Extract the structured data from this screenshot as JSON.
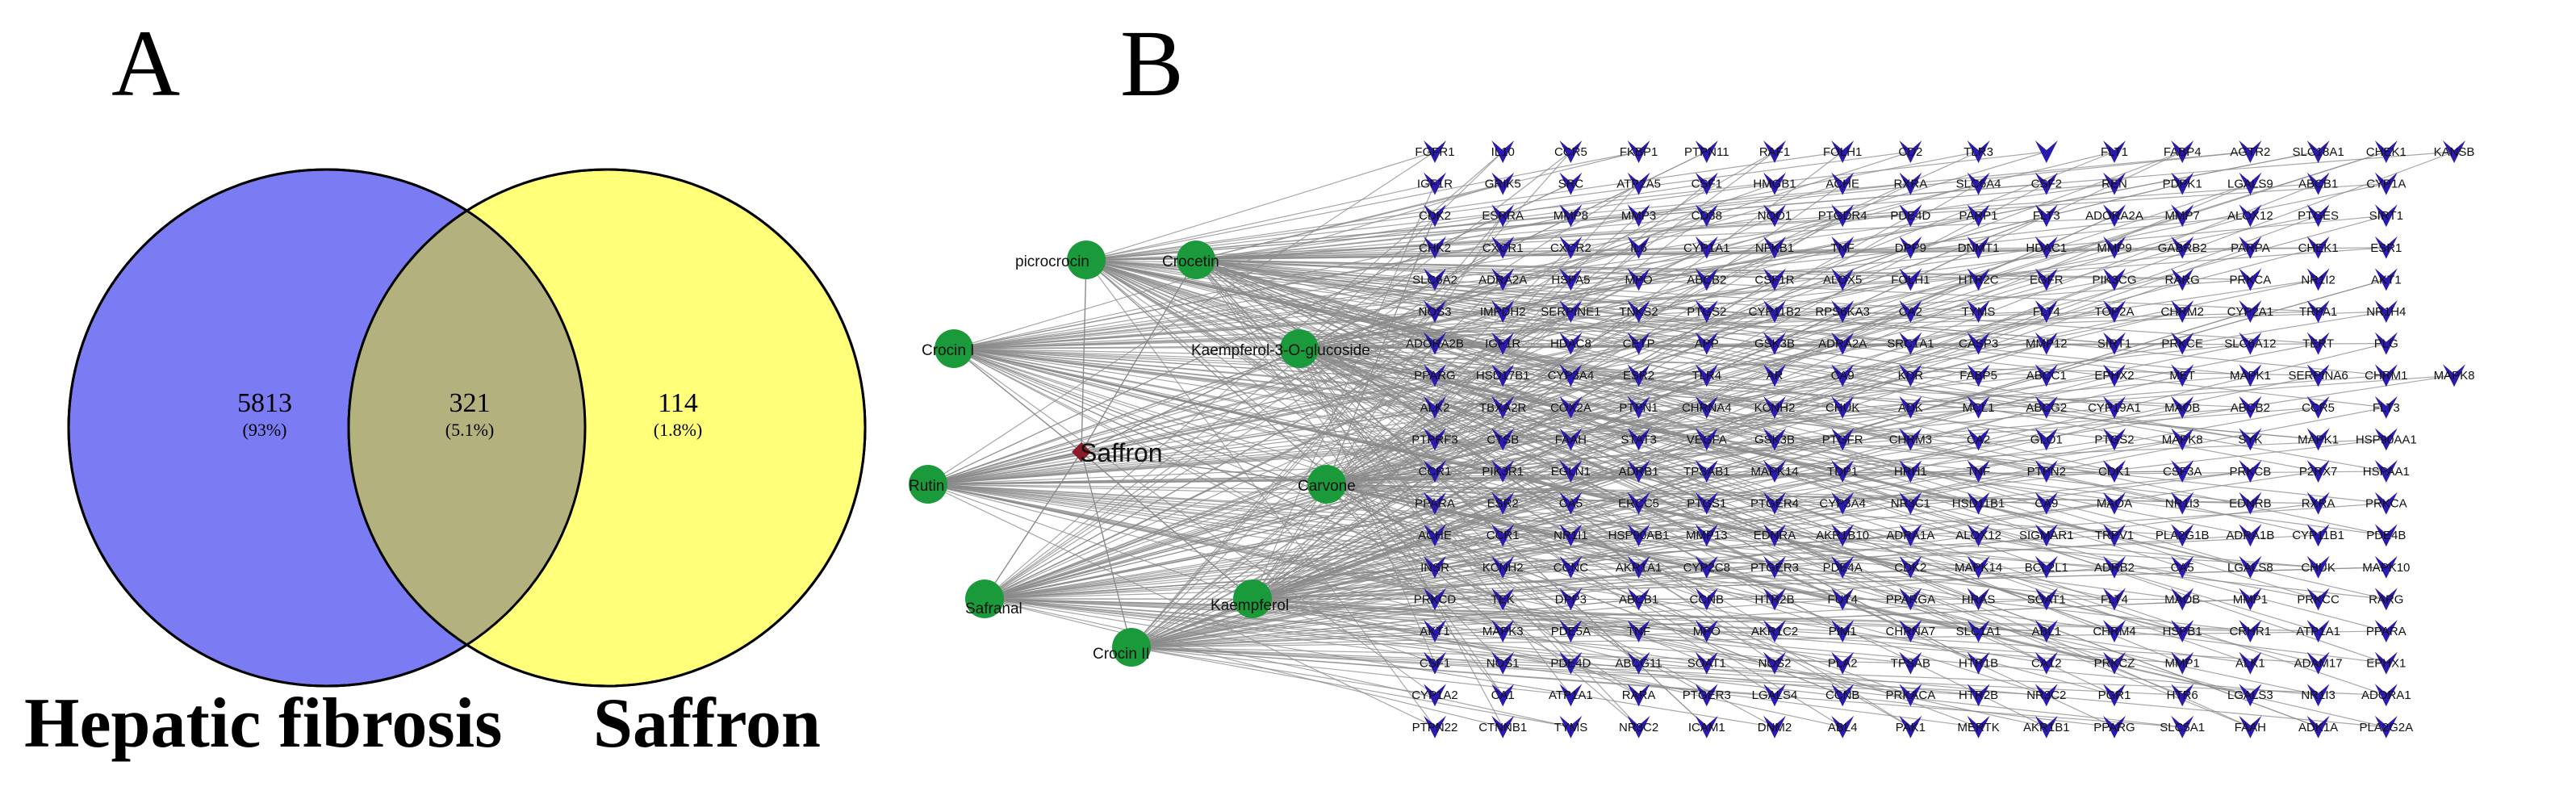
{
  "panels": {
    "a": "A",
    "b": "B"
  },
  "venn": {
    "left_label": "Hepatic fibrosis",
    "right_label": "Saffron",
    "left_only": {
      "count": "5813",
      "percent": "(93%)"
    },
    "overlap": {
      "count": "321",
      "percent": "(5.1%)"
    },
    "right_only": {
      "count": "114",
      "percent": "(1.8%)"
    },
    "colors": {
      "left": "#7b7bf4",
      "right": "#ffff7a",
      "overlap": "#b3b27e"
    }
  },
  "network": {
    "hub": "Saffron",
    "compounds": [
      "picrocrocin",
      "Crocetin",
      "Crocin I",
      "Kaempferol-3-O-glucoside",
      "Rutin",
      "Carvone",
      "Safranal",
      "Kaempferol",
      "Crocin II"
    ],
    "colors": {
      "compound": "#1a9a3a",
      "hub": "#8b1a2b",
      "target": "#2a1ab0",
      "edge": "#8a8a8a"
    },
    "targets": [
      [
        "FGFR1",
        "IL10",
        "CCR5",
        "FKBP1",
        "PTPN11",
        "RAF1",
        "FOLH1",
        "CD2",
        "TLR3",
        "",
        "FLT1",
        "FABP4",
        "AGTR2",
        "SLC18A1",
        "CHEK1",
        "KANSB"
      ],
      [
        "IGF1R",
        "GRIK5",
        "SRC",
        "ATP2A5",
        "CSF1",
        "HMGB1",
        "ACHE",
        "RXRA",
        "SLC6A4",
        "CSF2",
        "REN",
        "PDPK1",
        "LGALS9",
        "ABCB1",
        "CYP1A"
      ],
      [
        "CDK2",
        "ESRRA",
        "MMP8",
        "MMP3",
        "CD38",
        "NQO1",
        "PTGDR4",
        "PDE4D",
        "PARP1",
        "FLT3",
        "ADORA2A",
        "MMP7",
        "ALOX12",
        "PTGES",
        "SIRT1"
      ],
      [
        "CHK2",
        "CXCR1",
        "CXCR2",
        "IL6",
        "CYP1A1",
        "NFKB1",
        "TNF",
        "DPP9",
        "DNMT1",
        "HDAC1",
        "MMP9",
        "GABRB2",
        "PARPA",
        "CHEK1",
        "ESR1"
      ],
      [
        "SLC6A2",
        "ADRA2A",
        "HSPA5",
        "MPO",
        "ABCB2",
        "CSF1R",
        "ALOX5",
        "FOLH1",
        "HTR2C",
        "EGFR",
        "PIK3CG",
        "RARG",
        "PRKCA",
        "NR1I2",
        "AKT1"
      ],
      [
        "NOS3",
        "IMPDH2",
        "SERPINE1",
        "TNKS2",
        "PTGS2",
        "CYP11B2",
        "RPS6KA3",
        "CA2",
        "TYMS",
        "FLT4",
        "TOP2A",
        "CHRM2",
        "CYP2A1",
        "TRPA1",
        "NR1H4"
      ],
      [
        "ADORA2B",
        "IGF1R",
        "HDAC8",
        "CETP",
        "APP",
        "GSK3B",
        "ADRA2A",
        "SRC1A1",
        "CASP3",
        "MMP12",
        "SIRT1",
        "PRKCE",
        "SLC6A12",
        "TERT",
        "PLG"
      ],
      [
        "PPARG",
        "HSD17B1",
        "CYP3A4",
        "ESR2",
        "TLR4",
        "AR",
        "CA9",
        "KDR",
        "FABP5",
        "ABCC1",
        "EPHX2",
        "MET",
        "MAPK1",
        "SERPINA6",
        "CHRM1",
        "MAPK8"
      ],
      [
        "ALK2",
        "TBXA2R",
        "COX2A",
        "PTPN1",
        "CHRNA4",
        "KCNH2",
        "CHUK",
        "ADK",
        "MCL1",
        "ABCG2",
        "CYP19A1",
        "MAOB",
        "ABCB2",
        "CCR5",
        "FLT3"
      ],
      [
        "PTPRF3",
        "CTSB",
        "FAAH",
        "STAT3",
        "VEGFA",
        "GSK3B",
        "PTGFR",
        "CHRM3",
        "CA2",
        "GLO1",
        "PTGS2",
        "MAPK8",
        "SYK",
        "MAPK1",
        "HSP90AA1"
      ],
      [
        "CCR1",
        "PIK3R1",
        "EGLN1",
        "ADRB1",
        "TPSAB1",
        "MAPK14",
        "TDP1",
        "HRH1",
        "TNF",
        "PTPN2",
        "CDK1",
        "CSF3A",
        "PRKCB",
        "P2RX7",
        "HSPAA1"
      ],
      [
        "PPARA",
        "ESR2",
        "CA5",
        "ERCC5",
        "PTGS1",
        "PTGER4",
        "CYP3A4",
        "NR3C1",
        "HSD11B1",
        "CA9",
        "MAOA",
        "NR1I3",
        "EDNRB",
        "RXRA",
        "PRKCA"
      ],
      [
        "ACHE",
        "CCR1",
        "NR1I1",
        "HSP90AB1",
        "MMP13",
        "EDNRA",
        "AKR1B10",
        "ADRA1A",
        "ALOX12",
        "SIGMAR1",
        "TRPV1",
        "PLA2G1B",
        "ADRA1B",
        "CYP11B1",
        "PDE4B"
      ],
      [
        "INSR",
        "KCNH2",
        "CCNC",
        "AKR1A1",
        "CYP2C8",
        "PTGER3",
        "PDE4A",
        "CDK2",
        "MAPK14",
        "BCL2L1",
        "ADRB2",
        "CA5",
        "LGALS8",
        "CHUK",
        "MAPK10"
      ],
      [
        "PRKCD",
        "TEK",
        "DPP3",
        "ABCB1",
        "CCNB",
        "HTR2B",
        "FUT4",
        "PPARGA",
        "HRAS",
        "SOAT1",
        "FLT4",
        "MAOB",
        "MMP1",
        "PRKCC",
        "RARG"
      ],
      [
        "AKT1",
        "MAPK3",
        "PDE5A",
        "TNF",
        "MPO",
        "AKR1C2",
        "PIM1",
        "CHRNA7",
        "SLC1A1",
        "ABL1",
        "CHRM4",
        "HSPB1",
        "CRHR1",
        "ATP1A1",
        "PPARA"
      ],
      [
        "CSF1",
        "NOS1",
        "PDE4D",
        "ABCG11",
        "SOAT1",
        "NOS2",
        "PLA2",
        "TPSAB",
        "HTR1B",
        "CA12",
        "PRKCZ",
        "MMP1",
        "ALK1",
        "ADAM17",
        "EPHX1"
      ],
      [
        "CYP1A2",
        "CA1",
        "ATP1A1",
        "RARA",
        "PTGER3",
        "LGALS4",
        "CCNB",
        "PRKACA",
        "HTR2B",
        "NR3C2",
        "PGR1",
        "HTR6",
        "LGALS3",
        "NR1I3",
        "ADORA1"
      ],
      [
        "PTPN22",
        "CTNNB1",
        "TYMS",
        "NR3C2",
        "ICAM1",
        "DNM2",
        "ABL4",
        "PAK1",
        "MERTK",
        "AKR1B1",
        "PPARG",
        "SLC5A1",
        "FAAH",
        "ADK1A",
        "PLA2G2A"
      ]
    ]
  }
}
